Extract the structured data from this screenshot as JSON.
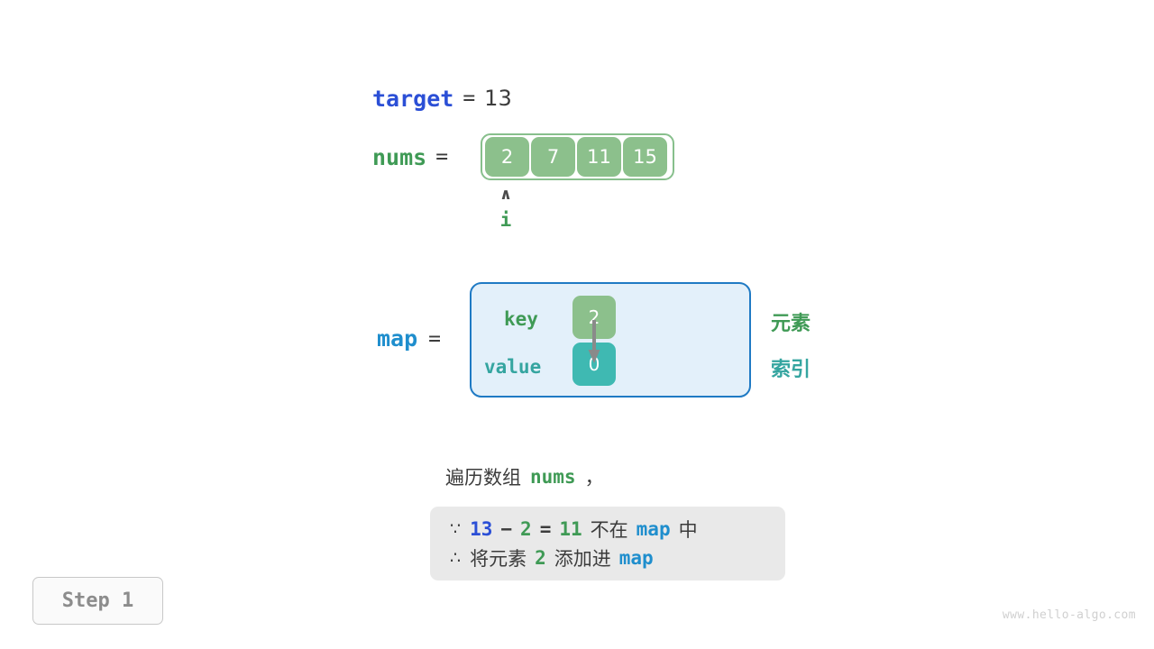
{
  "variables": {
    "target": {
      "name": "target",
      "equals": "=",
      "value": "13"
    },
    "nums": {
      "name": "nums",
      "equals": "="
    },
    "map": {
      "name": "map",
      "equals": "="
    }
  },
  "array": {
    "cells": [
      "2",
      "7",
      "11",
      "15"
    ]
  },
  "pointer": {
    "caret": "∧",
    "label": "i",
    "index": 0
  },
  "map": {
    "key_label": "key",
    "value_label": "value",
    "key_cell": "2",
    "value_cell": "0",
    "arrow": "down-arrow"
  },
  "annotations": {
    "element": "元素",
    "index": "索引"
  },
  "caption": {
    "prefix": "遍历数组",
    "keyword": "nums",
    "suffix": "，"
  },
  "explanation": {
    "line1": {
      "symbol": "∵",
      "a": "13",
      "minus": "−",
      "b": "2",
      "eq": "=",
      "result": "11",
      "text_mid": "不在",
      "map": "map",
      "text_end": "中"
    },
    "line2": {
      "symbol": "∴",
      "text_start": "将元素",
      "value": "2",
      "text_mid": "添加进",
      "map": "map"
    }
  },
  "step": {
    "label": "Step 1"
  },
  "watermark": {
    "text": "www.hello-algo.com"
  },
  "colors": {
    "target_blue": "#2b4fd6",
    "nums_green": "#3f9a55",
    "map_blue": "#1f8ecd",
    "cell_green": "#8cc08c",
    "cell_teal": "#3fb9b2",
    "map_box_fill": "#e3f0fa",
    "map_box_border": "#1f7ac4",
    "explain_bg": "#e9e9e9",
    "text_dark": "#3c3c3c"
  }
}
